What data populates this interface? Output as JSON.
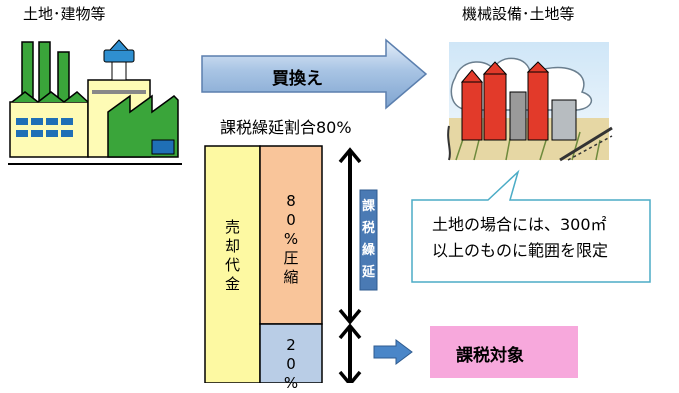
{
  "left_asset_label": "土地･建物等",
  "right_asset_label": "機械設備･土地等",
  "replacement_arrow_label": "買換え",
  "deferral_ratio_label": "課税繰延割合80%",
  "sale_price_label": "売却代金",
  "compressed_label": "80%圧縮",
  "remaining_label": "20%",
  "tax_deferral_label": "課税繰延",
  "taxable_label": "課税対象",
  "callout": {
    "line1": "土地の場合には、300㎡",
    "line2": "以上のものに範囲を限定"
  },
  "colors": {
    "arrow_fill": "#a8c4e4",
    "sale_block": "#fdf9a2",
    "compressed_block": "#f9c59a",
    "remaining_block": "#b9cde6",
    "deferral_tag": "#4a7ab4",
    "taxable_box": "#f7a8dc",
    "callout_border": "#4bacc6"
  }
}
